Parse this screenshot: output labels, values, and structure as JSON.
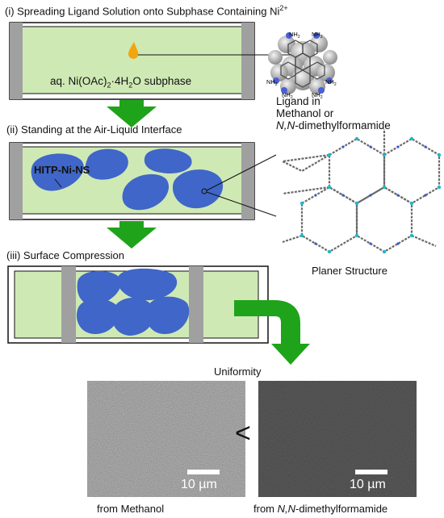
{
  "steps": [
    {
      "prefix": "(i) Spreading Ligand Solution onto Subphase Containing Ni",
      "sup": "2+"
    },
    {
      "text": "(ii) Standing at the Air-Liquid Interface"
    },
    {
      "text": "(iii) Surface Compression"
    }
  ],
  "subphase": {
    "a": "aq. Ni(OAc)",
    "s1": "2",
    "b": "·4H",
    "s2": "2",
    "c": "O subphase"
  },
  "ligand": {
    "line1": "Ligand in",
    "line2": "Methanol or",
    "line3_italic": "N,N",
    "line3_rest": "-dimethylformamide"
  },
  "ligand_atom_label": "NH",
  "ligand_atom_sub": "2",
  "nanosheet_label": "HITP-Ni-NS",
  "planer_label": "Planer Structure",
  "uniformity_label": "Uniformity",
  "comparison_symbol": "<",
  "images": [
    {
      "scale": "10 µm",
      "caption_plain": "from Methanol"
    },
    {
      "scale": "10 µm",
      "caption_pre": "from ",
      "caption_italic": "N,N",
      "caption_post": "-dimethylformamide"
    }
  ],
  "colors": {
    "liquid": "#cfe9b5",
    "barrier": "#a0a0a0",
    "sheet": "#3f66c8",
    "arrow": "#1fa31a",
    "droplet": "#f2a50e"
  }
}
